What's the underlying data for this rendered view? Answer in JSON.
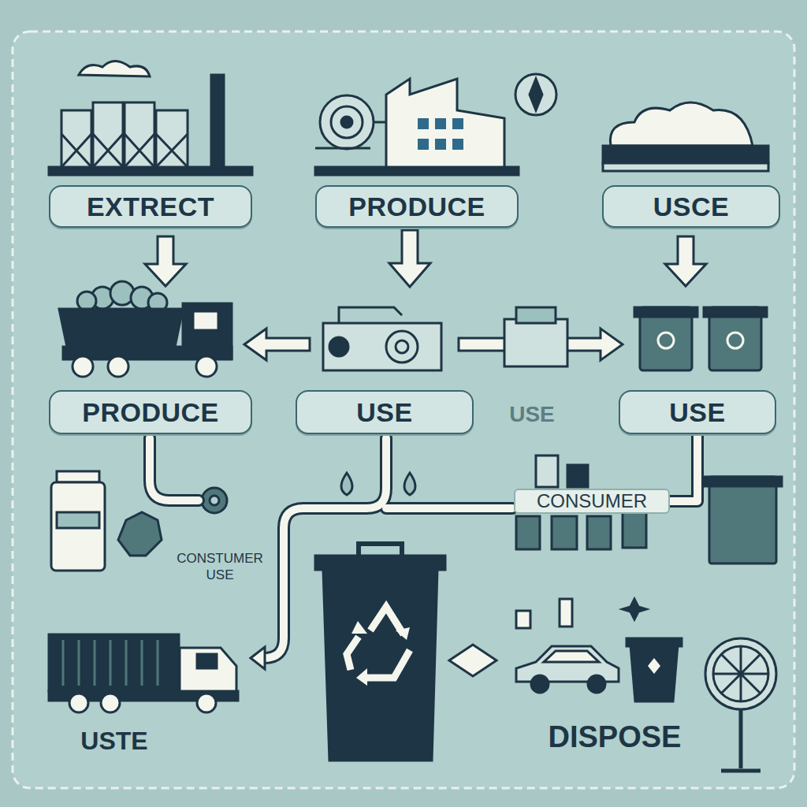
{
  "diagram": {
    "nodes": [
      {
        "text": [
          "EXTRECT"
        ]
      },
      {
        "text": [
          "PRODUCE"
        ]
      },
      {
        "text": [
          "USCE"
        ]
      },
      {
        "text": [
          "PRODUCE"
        ]
      },
      {
        "text": [
          "USE"
        ]
      },
      {
        "text": [
          "USE"
        ]
      },
      {
        "text": [
          "CONSUMER"
        ]
      }
    ],
    "edges": [
      {
        "from": 5,
        "to": 6,
        "arrow": "none"
      }
    ],
    "labels": [
      "USE",
      "CONSTUMER USE",
      "USTE",
      "DISPOSE"
    ]
  }
}
